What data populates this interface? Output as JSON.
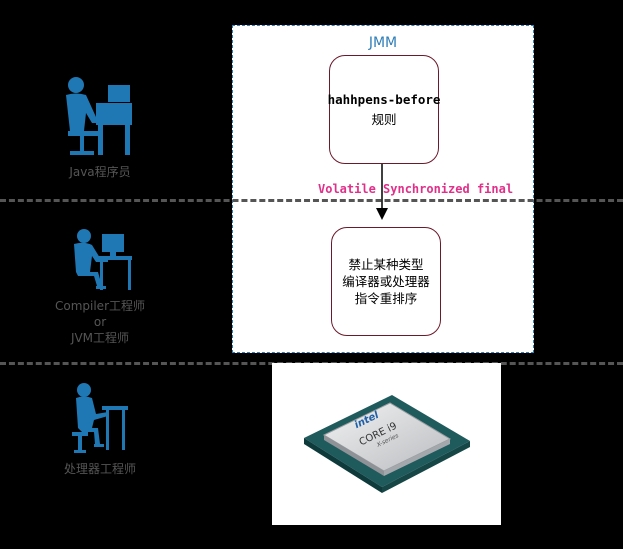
{
  "jmm": {
    "title": "JMM"
  },
  "rule_box": {
    "line1": "hahhpens-before",
    "line2": "规则"
  },
  "keywords_label": "Volatile Synchronized final",
  "reorder_box": {
    "line1": "禁止某种类型",
    "line2": "编译器或处理器",
    "line3": "指令重排序"
  },
  "roles": {
    "java": "Java程序员",
    "compiler_line1": "Compiler工程师",
    "compiler_line2": "or",
    "compiler_line3": "JVM工程师",
    "processor": "处理器工程师"
  },
  "cpu": {
    "brand": "intel",
    "model_line1": "CORE i9",
    "model_line2": "X-series"
  },
  "colors": {
    "accent_blue": "#2f7fb8",
    "box_border": "#6b1a2b",
    "keyword_pink": "#e0308a",
    "icon_blue": "#1f78b4"
  }
}
